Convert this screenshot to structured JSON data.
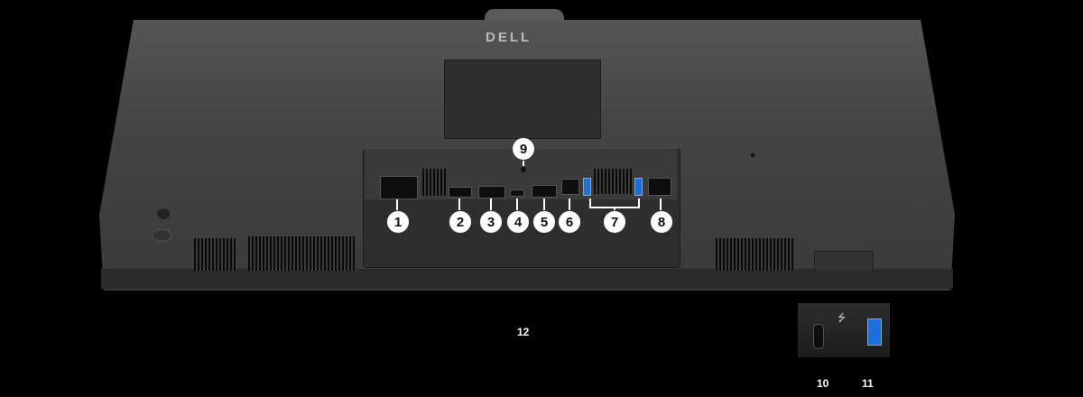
{
  "brand": {
    "logo_text": "DELL"
  },
  "callouts": [
    {
      "number": "1",
      "port": "power-connector"
    },
    {
      "number": "2",
      "port": "hdmi-port"
    },
    {
      "number": "3",
      "port": "displayport-in"
    },
    {
      "number": "4",
      "port": "usb-c-port"
    },
    {
      "number": "5",
      "port": "displayport-out"
    },
    {
      "number": "6",
      "port": "usb-b-upstream-port"
    },
    {
      "number": "7",
      "port": "usb-a-downstream-ports"
    },
    {
      "number": "8",
      "port": "rj45-ethernet-port"
    },
    {
      "number": "9",
      "port": "stand-lock-slot"
    },
    {
      "number": "10",
      "port": "quick-access-usb-c-port"
    },
    {
      "number": "11",
      "port": "quick-access-usb-a-port"
    },
    {
      "number": "12",
      "port": "monitor-rear-bottom-view"
    }
  ],
  "colors": {
    "background": "#000000",
    "body": "#3c3c3c",
    "panel": "#2b2b2b",
    "usb_blue": "#1e6fd9",
    "callout_bg": "#ffffff"
  }
}
